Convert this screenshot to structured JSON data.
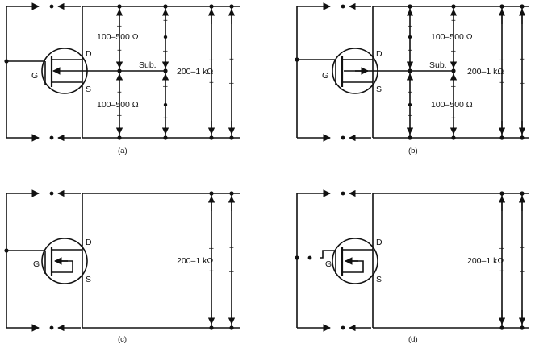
{
  "panels": [
    {
      "caption": "(a)",
      "gate": "G",
      "drain": "D",
      "source": "S",
      "res_upper": "100–500 Ω",
      "res_lower": "100–500 Ω",
      "sub": "Sub.",
      "res_output": "200–1 kΩ"
    },
    {
      "caption": "(b)",
      "gate": "G",
      "drain": "D",
      "source": "S",
      "res_upper": "100–500 Ω",
      "res_lower": "100–500 Ω",
      "sub": "Sub.",
      "res_output": "200–1 kΩ"
    },
    {
      "caption": "(c)",
      "gate": "G",
      "drain": "D",
      "source": "S",
      "res_output": "200–1 kΩ"
    },
    {
      "caption": "(d)",
      "gate": "G",
      "drain": "D",
      "source": "S",
      "res_output": "200–1 kΩ"
    }
  ],
  "symbols": {
    "plus": "+",
    "minus": "–"
  },
  "colors": {
    "ink": "#111111",
    "background": "#ffffff"
  }
}
